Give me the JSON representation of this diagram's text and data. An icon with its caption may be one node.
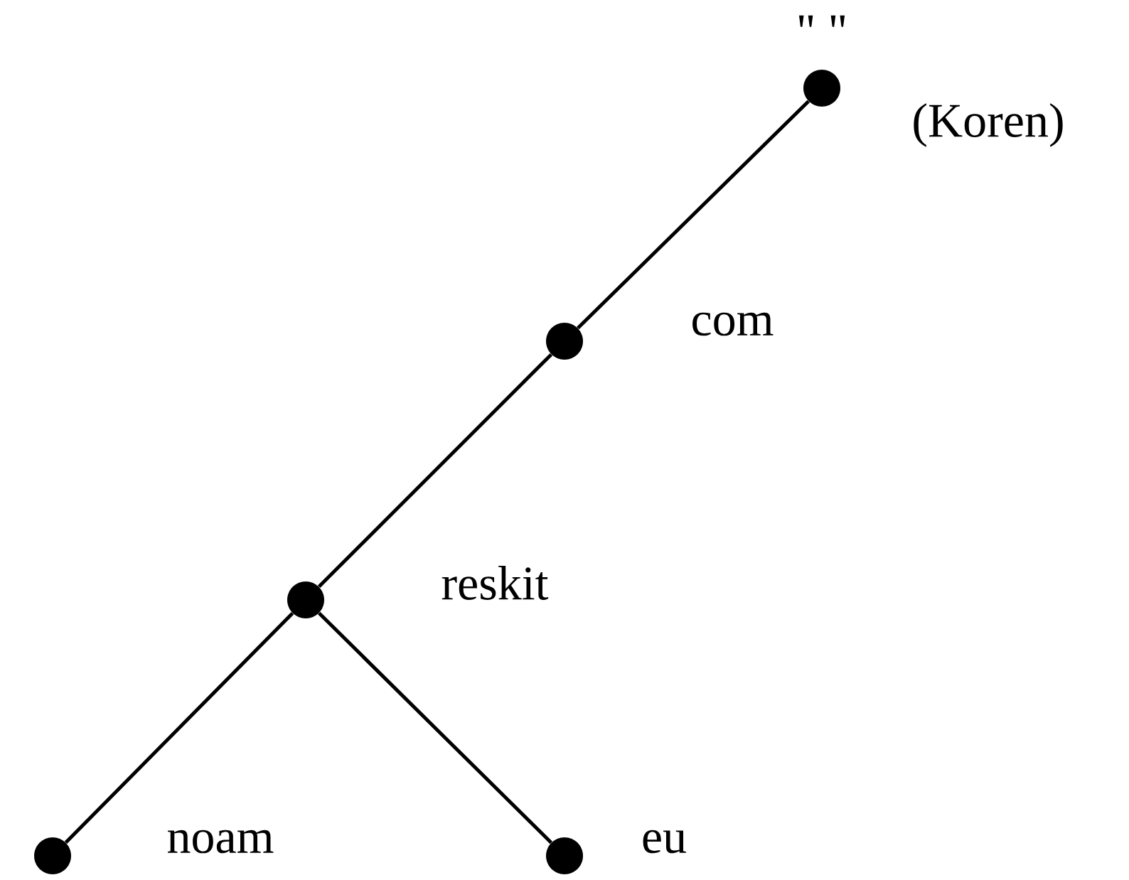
{
  "diagram": {
    "nodes": [
      {
        "text": [],
        "shape": "circle",
        "beside": [
          "\" \"",
          "(Koren)"
        ]
      },
      {
        "text": [],
        "shape": "circle",
        "beside": [
          "com"
        ]
      },
      {
        "text": [],
        "shape": "circle",
        "beside": [
          "reskit"
        ]
      },
      {
        "text": [],
        "shape": "circle",
        "beside": [
          "noam"
        ]
      },
      {
        "text": [],
        "shape": "circle",
        "beside": [
          "eu"
        ]
      }
    ],
    "edges": [
      {
        "from": 0,
        "to": 1,
        "arrow": "none"
      },
      {
        "from": 1,
        "to": 2,
        "arrow": "none"
      },
      {
        "from": 2,
        "to": 3,
        "arrow": "none"
      },
      {
        "from": 2,
        "to": 4,
        "arrow": "none"
      }
    ]
  }
}
